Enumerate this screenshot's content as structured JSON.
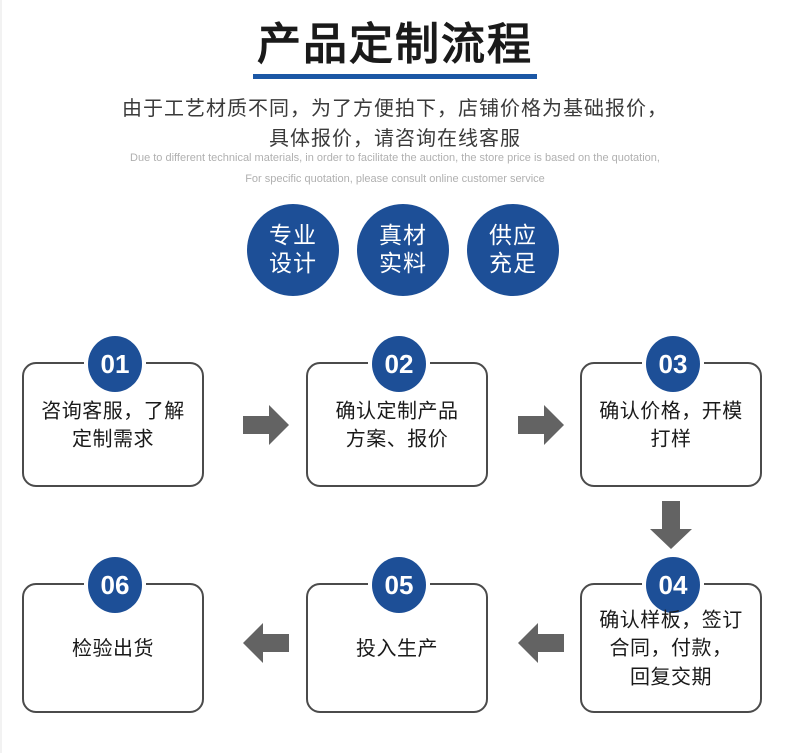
{
  "header": {
    "title": "产品定制流程",
    "subtitle_cn_line1": "由于工艺材质不同，为了方便拍下，店铺价格为基础报价，",
    "subtitle_cn_line2": "具体报价，请咨询在线客服",
    "subtitle_en_line1": "Due to different technical materials, in order to facilitate the auction, the store price is based on the quotation,",
    "subtitle_en_line2": "For specific quotation, please consult online customer service",
    "underline_color": "#1b57a5"
  },
  "badges": [
    {
      "line1": "专业",
      "line2": "设计"
    },
    {
      "line1": "真材",
      "line2": "实料"
    },
    {
      "line1": "供应",
      "line2": "充足"
    }
  ],
  "colors": {
    "brand_blue": "#1d4f97",
    "arrow_gray": "#636363",
    "box_border": "#4b4b4b",
    "en_text_gray": "#b0b0b0"
  },
  "steps": [
    {
      "number": "01",
      "lines": [
        "咨询客服，了解",
        "定制需求"
      ]
    },
    {
      "number": "02",
      "lines": [
        "确认定制产品",
        "方案、报价"
      ]
    },
    {
      "number": "03",
      "lines": [
        "确认价格，开模",
        "打样"
      ]
    },
    {
      "number": "04",
      "lines": [
        "确认样板，签订",
        "合同，付款，",
        "回复交期"
      ]
    },
    {
      "number": "05",
      "lines": [
        "投入生产"
      ]
    },
    {
      "number": "06",
      "lines": [
        "检验出货"
      ]
    }
  ],
  "arrows": [
    {
      "name": "arrow-step-01-to-02",
      "direction": "right"
    },
    {
      "name": "arrow-step-02-to-03",
      "direction": "right"
    },
    {
      "name": "arrow-step-03-to-04",
      "direction": "down"
    },
    {
      "name": "arrow-step-04-to-05",
      "direction": "left"
    },
    {
      "name": "arrow-step-05-to-06",
      "direction": "left"
    }
  ]
}
